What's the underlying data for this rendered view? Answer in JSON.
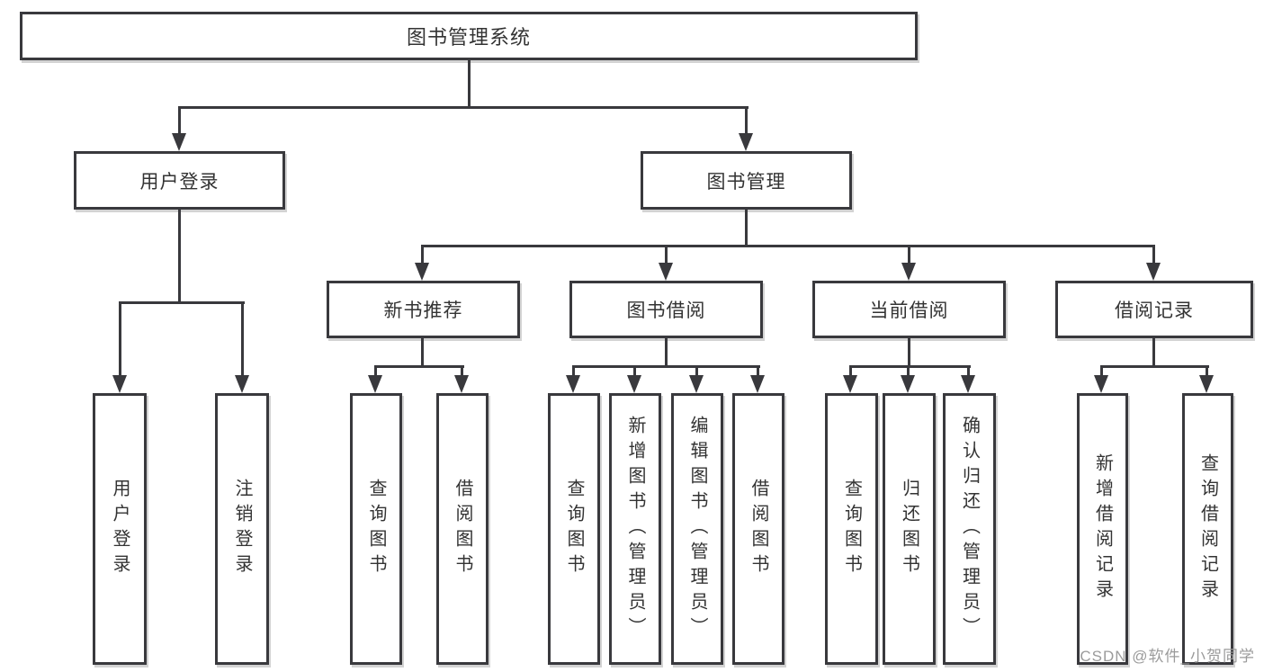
{
  "diagram": {
    "type": "hierarchy",
    "title": "图书管理系统",
    "watermark": "CSDN @软件_小贺同学",
    "colors": {
      "line": "#39393d",
      "border": "#39393d",
      "text": "#333333",
      "background": "#ffffff",
      "watermark": "#9b9b9b"
    },
    "nodes": {
      "root": "图书管理系统",
      "user_login": "用户登录",
      "book_management": "图书管理",
      "leaf_user_login": "用户登录",
      "leaf_logout_login": "注销登录",
      "new_book_recommend": "新书推荐",
      "book_borrow": "图书借阅",
      "current_borrow": "当前借阅",
      "borrow_records": "借阅记录",
      "nb_query_book": "查询图书",
      "nb_borrow_book": "借阅图书",
      "bb_query_book": "查询图书",
      "bb_add_book_admin": "新增图书（管理员）",
      "bb_edit_book_admin": "编辑图书（管理员）",
      "bb_borrow_book": "借阅图书",
      "cb_query_book": "查询图书",
      "cb_return_book": "归还图书",
      "cb_confirm_return_admin": "确认归还（管理员）",
      "br_add_record": "新增借阅记录",
      "br_query_record": "查询借阅记录"
    },
    "hierarchy": {
      "图书管理系统": {
        "用户登录": [
          "用户登录",
          "注销登录"
        ],
        "图书管理": {
          "新书推荐": [
            "查询图书",
            "借阅图书"
          ],
          "图书借阅": [
            "查询图书",
            "新增图书（管理员）",
            "编辑图书（管理员）",
            "借阅图书"
          ],
          "当前借阅": [
            "查询图书",
            "归还图书",
            "确认归还（管理员）"
          ],
          "借阅记录": [
            "新增借阅记录",
            "查询借阅记录"
          ]
        }
      }
    }
  }
}
